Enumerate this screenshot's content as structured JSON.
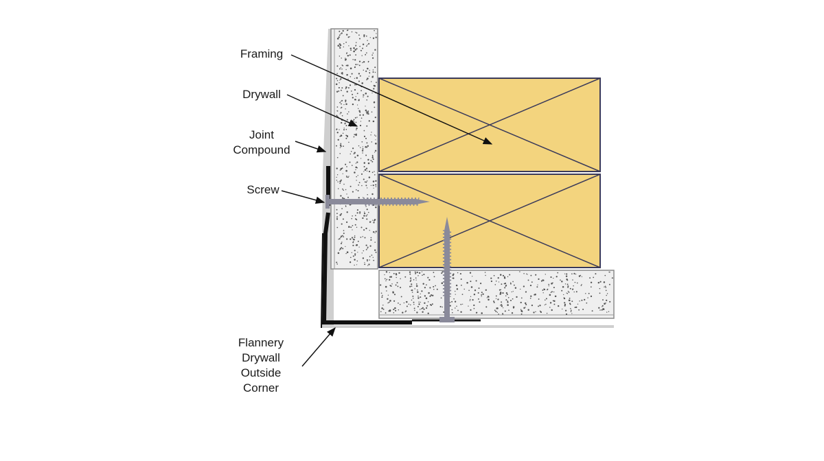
{
  "labels": {
    "framing": "Framing",
    "drywall": "Drywall",
    "joint_compound_line1": "Joint",
    "joint_compound_line2": "Compound",
    "screw": "Screw",
    "corner_line1": "Flannery",
    "corner_line2": "Drywall",
    "corner_line3": "Outside",
    "corner_line4": "Corner"
  },
  "colors": {
    "framing_fill": "#f3d47e",
    "framing_stroke": "#3a3a5a",
    "drywall_fill": "#eeeeee",
    "drywall_speckle": "#555555",
    "joint_compound": "#c8c8c8",
    "corner_bead": "#111111",
    "screw": "#8a8a9a",
    "arrow": "#111111"
  }
}
